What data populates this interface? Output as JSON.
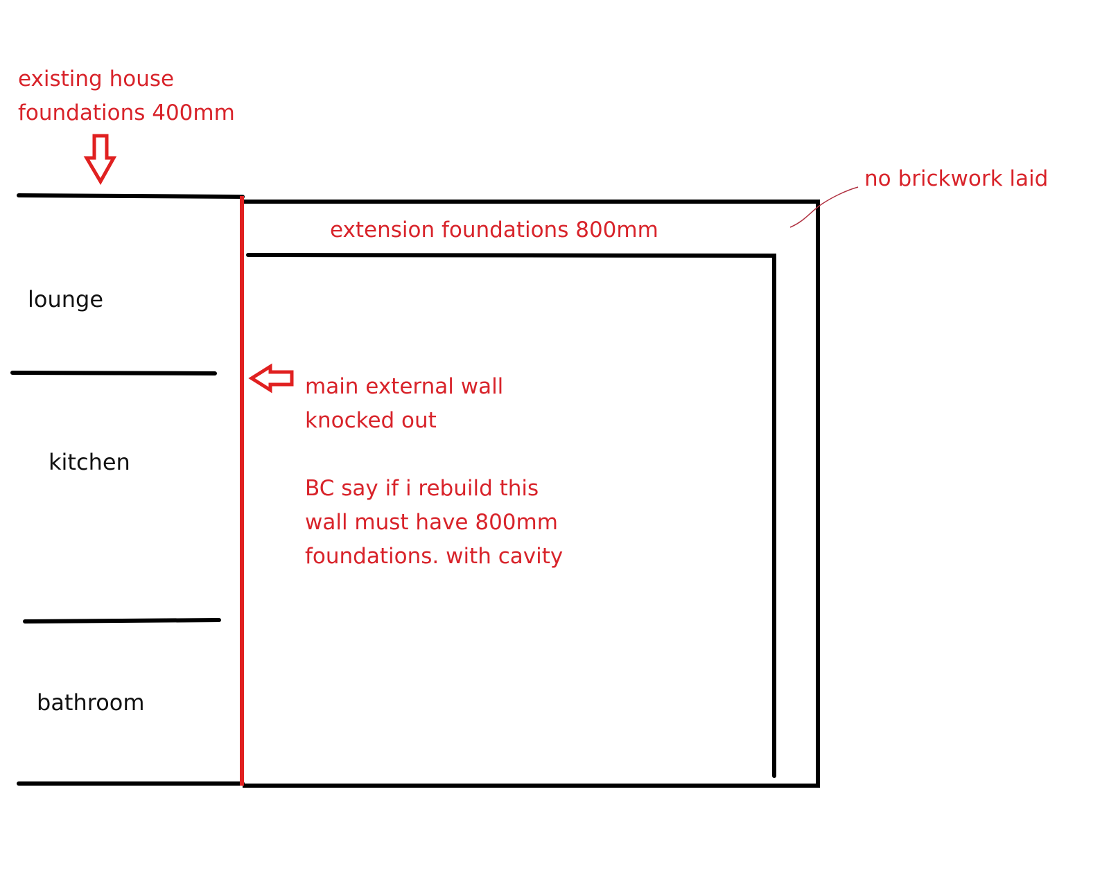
{
  "colors": {
    "annotation": "#d8232a",
    "line": "#000000"
  },
  "annotations": {
    "existing_line1": "existing house",
    "existing_line2": "foundations 400mm",
    "extension": "extension foundations 800mm",
    "no_brickwork": "no brickwork laid",
    "wall_line1": "main external wall",
    "wall_line2": "knocked out",
    "bc_line1": "BC say if i rebuild this",
    "bc_line2": "wall must have 800mm",
    "bc_line3": "foundations. with cavity"
  },
  "rooms": {
    "lounge": "lounge",
    "kitchen": "kitchen",
    "bathroom": "bathroom"
  }
}
